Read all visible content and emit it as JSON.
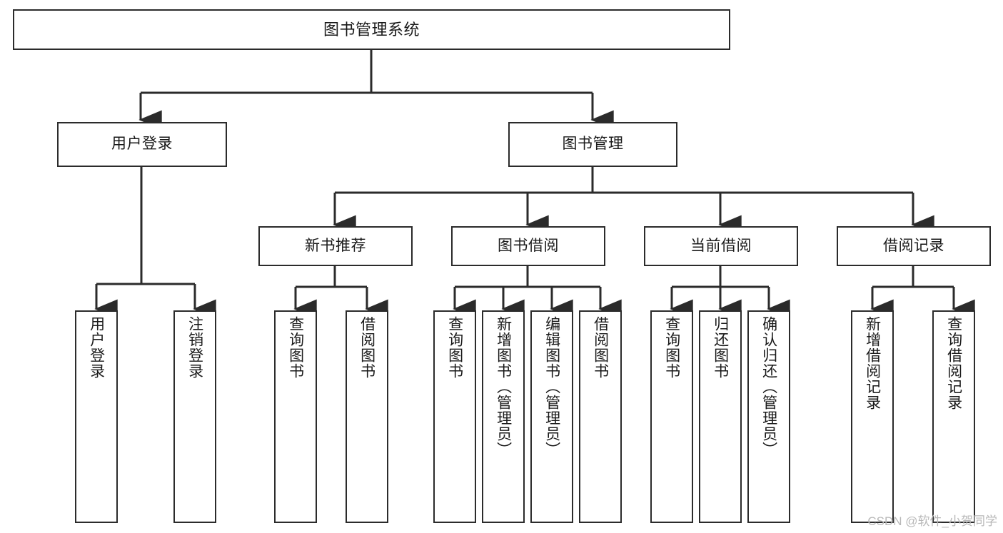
{
  "diagram": {
    "type": "tree-hierarchy-diagram",
    "title": "图书管理系统",
    "stroke_color": "#2b2b2b",
    "fill_color": "#ffffff",
    "background_color": "#ffffff",
    "root": {
      "label": "图书管理系统"
    },
    "tier1": [
      {
        "label": "用户登录"
      },
      {
        "label": "图书管理"
      }
    ],
    "tier2": [
      {
        "label": "新书推荐"
      },
      {
        "label": "图书借阅"
      },
      {
        "label": "当前借阅"
      },
      {
        "label": "借阅记录"
      }
    ],
    "leaves": {
      "user_login": [
        {
          "label": "用户登录"
        },
        {
          "label": "注销登录"
        }
      ],
      "new_book_recommend": [
        {
          "label": "查询图书"
        },
        {
          "label": "借阅图书"
        }
      ],
      "book_borrow": [
        {
          "label": "查询图书"
        },
        {
          "label": "新增图书（管理员）"
        },
        {
          "label": "编辑图书（管理员）"
        },
        {
          "label": "借阅图书"
        }
      ],
      "current_borrow": [
        {
          "label": "查询图书"
        },
        {
          "label": "归还图书"
        },
        {
          "label": "确认归还（管理员）"
        }
      ],
      "borrow_record": [
        {
          "label": "新增借阅记录"
        },
        {
          "label": "查询借阅记录"
        }
      ]
    }
  },
  "watermark": {
    "text": "CSDN @软件_小贺同学"
  }
}
